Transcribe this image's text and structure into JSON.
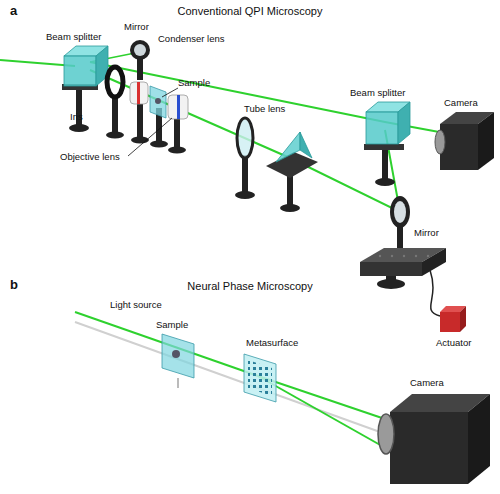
{
  "diagram": {
    "labels": [
      "a",
      "Conventional QPI Microscopy",
      "Mirror",
      "Condenser lens",
      "Beam splitter",
      "Iris",
      "Sample",
      "Objective lens",
      "Tube lens",
      "Beam splitter",
      "Camera",
      "Mirror",
      "Actuator",
      "b",
      "Neural Phase Microscopy",
      "Light source",
      "Sample",
      "Metasurface",
      "Camera"
    ]
  }
}
